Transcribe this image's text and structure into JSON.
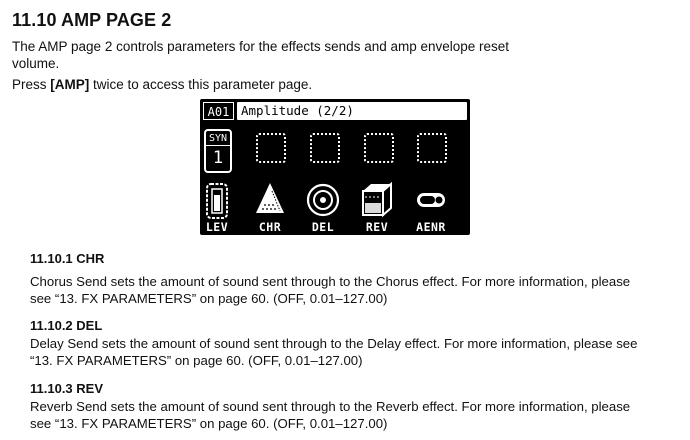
{
  "doc": {
    "title": "11.10 AMP PAGE 2",
    "intro": "The AMP page 2 controls parameters for the effects sends and amp envelope reset volume.",
    "press_prefix": "Press ",
    "press_key": "[AMP]",
    "press_suffix": " twice to access this parameter page."
  },
  "screen": {
    "track": "A01",
    "header": "Amplitude (2/2)",
    "machine_label": "SYN",
    "machine_number": "1",
    "params": [
      {
        "label": "LEV",
        "icon": "level-meter-icon"
      },
      {
        "label": "CHR",
        "icon": "chorus-cone-icon"
      },
      {
        "label": "DEL",
        "icon": "delay-circle-icon"
      },
      {
        "label": "REV",
        "icon": "reverb-cube-icon"
      },
      {
        "label": "AENR",
        "icon": "envelope-reset-toggle-icon"
      }
    ]
  },
  "sections": [
    {
      "heading": "11.10.1 CHR",
      "line1": "Chorus Send sets the amount of sound sent through to the Chorus effect. For more information, please",
      "line2": "see “13. FX PARAMETERS” on page 60. (OFF, 0.01–127.00)"
    },
    {
      "heading": "11.10.2 DEL",
      "line1": "Delay Send sets the amount of sound sent through to the Delay effect. For more information, please see",
      "line2": "“13. FX PARAMETERS” on page 60. (OFF, 0.01–127.00)"
    },
    {
      "heading": "11.10.3 REV",
      "line1": "Reverb Send sets the amount of sound sent through to the Reverb effect. For more information, please",
      "line2": "see “13. FX PARAMETERS” on page 60. (OFF, 0.01–127.00)"
    }
  ]
}
